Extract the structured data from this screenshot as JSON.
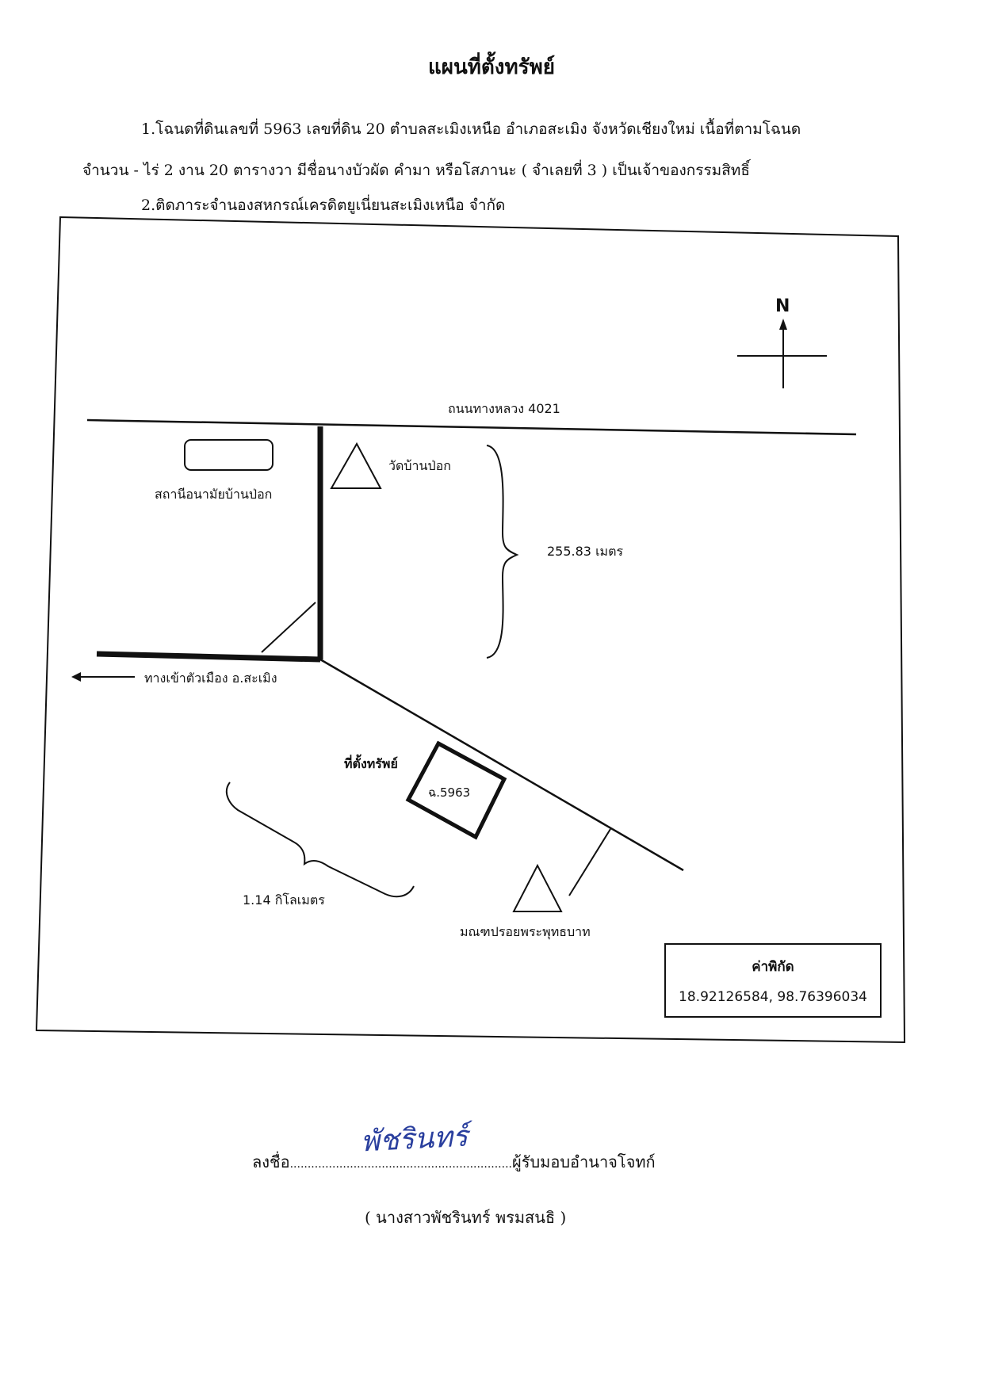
{
  "document": {
    "title": "แผนที่ตั้งทรัพย์",
    "line1": "1.โฉนดที่ดินเลขที่  5963  เลขที่ดิน 20  ตำบลสะเมิงเหนือ   อำเภอสะเมิง จังหวัดเชียงใหม่ เนื้อที่ตามโฉนด",
    "line2": "จำนวน  -  ไร่  2  งาน  20  ตารางวา   มีชื่อนางบัวผัด คำมา หรือโสภานะ  ( จำเลยที่ 3 )  เป็นเจ้าของกรรมสิทธิ์",
    "line3": "2.ติดภาระจำนองสหกรณ์เครดิตยูเนี่ยนสะเมิงเหนือ จำกัด"
  },
  "map": {
    "north_label": "N",
    "road_label": "ถนนทางหลวง 4021",
    "health_station_label": "สถานีอนามัยบ้านป่อก",
    "temple_label": "วัดบ้านป่อก",
    "distance_vertical": "255.83 เมตร",
    "direction_label": "ทางเข้าตัวเมือง อ.สะเมิง",
    "property_label": "ที่ตั้งทรัพย์",
    "parcel_label": "ฉ.5963",
    "distance_diagonal": "1.14 กิโลเมตร",
    "footprint_label": "มณฑปรอยพระพุทธบาท",
    "coord_title": "ค่าพิกัด",
    "coord_value": "18.92126584, 98.76396034"
  },
  "signature": {
    "sign_prefix": "ลงชื่อ",
    "dots": "...............................................................",
    "role": "ผู้รับมอบอำนาจโจทก์",
    "handwritten": "พัชรินทร์",
    "name": "( นางสาวพัชรินทร์  พรมสนธิ )"
  }
}
